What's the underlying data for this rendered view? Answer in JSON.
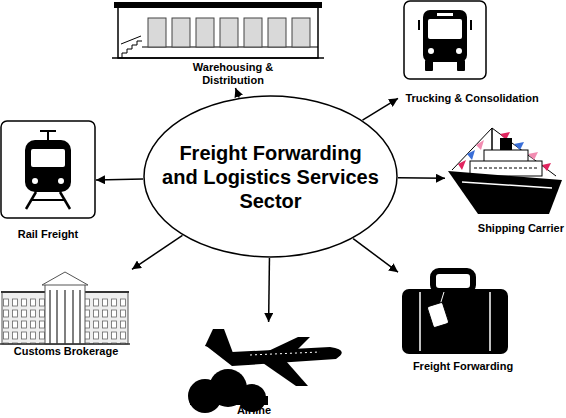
{
  "diagram": {
    "nodes": [
      {
        "text": [
          "Warehousing & Distribution"
        ]
      },
      {
        "text": [
          "Trucking & Consolidation"
        ]
      },
      {
        "text": [
          "Rail Freight"
        ]
      },
      {
        "text": [
          "Freight Forwarding and Logistics Services Sector"
        ]
      },
      {
        "text": [
          "Shipping Carrier"
        ]
      },
      {
        "text": [
          "Customs Brokerage"
        ]
      },
      {
        "text": [
          "Freight Forwarding"
        ]
      },
      {
        "text": [
          "Airline"
        ]
      }
    ],
    "edges": [
      {
        "from": 3,
        "to": 0,
        "arrow": "to"
      },
      {
        "from": 3,
        "to": 1,
        "arrow": "to"
      },
      {
        "from": 3,
        "to": 2,
        "arrow": "to"
      },
      {
        "from": 3,
        "to": 4,
        "arrow": "to"
      },
      {
        "from": 3,
        "to": 5,
        "arrow": "to"
      },
      {
        "from": 3,
        "to": 6,
        "arrow": "to"
      },
      {
        "from": 3,
        "to": 7,
        "arrow": "to"
      }
    ]
  }
}
